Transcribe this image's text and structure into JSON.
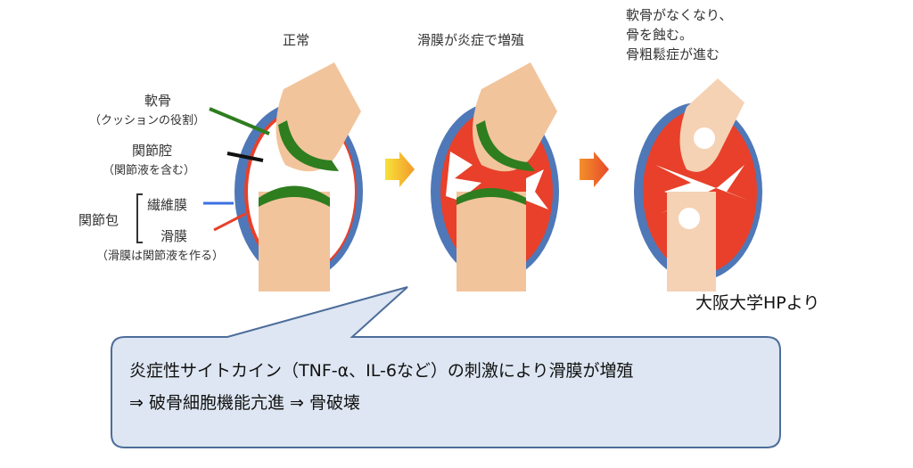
{
  "stages": [
    {
      "title": "正常"
    },
    {
      "title": "滑膜が炎症で増殖"
    },
    {
      "title_lines": [
        "軟骨がなくなり、",
        "骨を蝕む。",
        "骨粗鬆症が進む"
      ]
    }
  ],
  "labels": {
    "cartilage": "軟骨",
    "cartilage_note": "（クッションの役割）",
    "joint_cavity": "関節腔",
    "joint_cavity_note": "（関節液を含む）",
    "joint_capsule": "関節包",
    "fibrous_membrane": "繊維膜",
    "synovium": "滑膜",
    "synovium_note": "（滑膜は関節液を作る）"
  },
  "credit": "大阪大学HPより",
  "callout": {
    "line1": "炎症性サイトカイン（TNF-α、IL-6など）の刺激により滑膜が増殖",
    "line2": "⇒ 破骨細胞機能亢進  ⇒ 骨破壊"
  },
  "colors": {
    "bone": "#f2c49c",
    "capsule": "#4f78b8",
    "synovium": "#e8402a",
    "cartilage": "#2e7d1f",
    "callout_fill": "#dde6f2",
    "callout_border": "#4d6d9a"
  }
}
